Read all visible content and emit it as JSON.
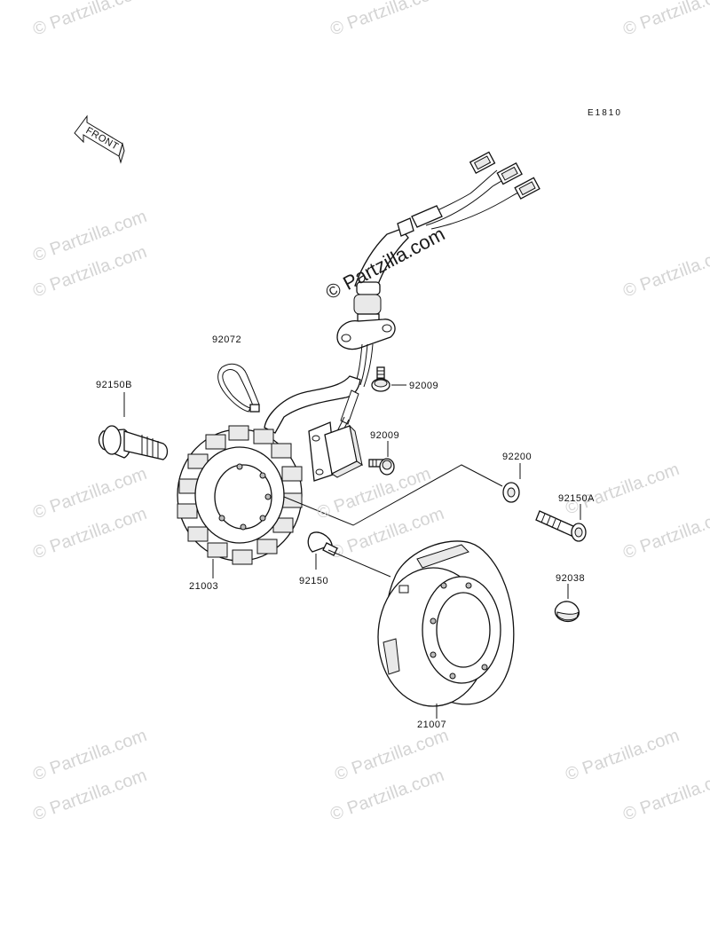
{
  "diagram_code": "E1810",
  "front_label": "FRONT",
  "watermark": {
    "text": "© Partzilla.com"
  },
  "parts": {
    "p92072": "92072",
    "p92150B": "92150B",
    "p92009_upper": "92009",
    "p92009_lower": "92009",
    "p92200": "92200",
    "p92150A": "92150A",
    "p92150": "92150",
    "p92038": "92038",
    "p21003": "21003",
    "p21007": "21007"
  }
}
